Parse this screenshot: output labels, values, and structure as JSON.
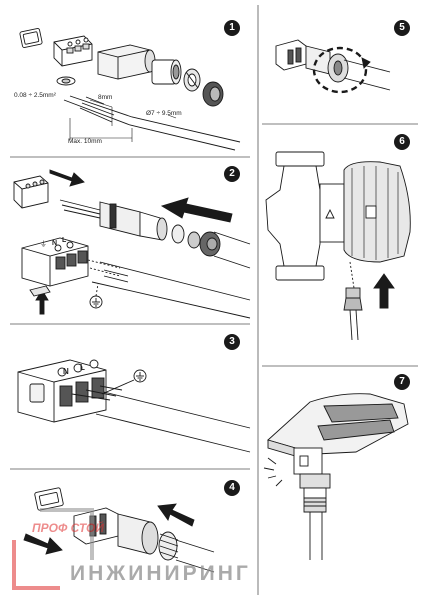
{
  "steps": [
    {
      "number": "1"
    },
    {
      "number": "2"
    },
    {
      "number": "3"
    },
    {
      "number": "4"
    },
    {
      "number": "5"
    },
    {
      "number": "6"
    },
    {
      "number": "7"
    }
  ],
  "step1": {
    "wire_gauge": "0.08 ÷ 2.5mm²",
    "strip_length": "8mm",
    "cable_diameter": "Ø7 ÷ 9.5mm",
    "max_length": "Max. 10mm"
  },
  "connector": {
    "pin_earth": "⏚",
    "pin_n": "N",
    "pin_l": "L"
  },
  "watermark": {
    "text": "ИНЖИНИРИНГ",
    "logo_text": "ПРОФ СТОЙ",
    "logo_color": "#e03030"
  },
  "colors": {
    "line": "#1a1a1a",
    "badge": "#1a1a1a",
    "fill_light": "#e6e6e6",
    "fill_mid": "#bdbdbd",
    "fill_dark": "#6a6a6a"
  }
}
